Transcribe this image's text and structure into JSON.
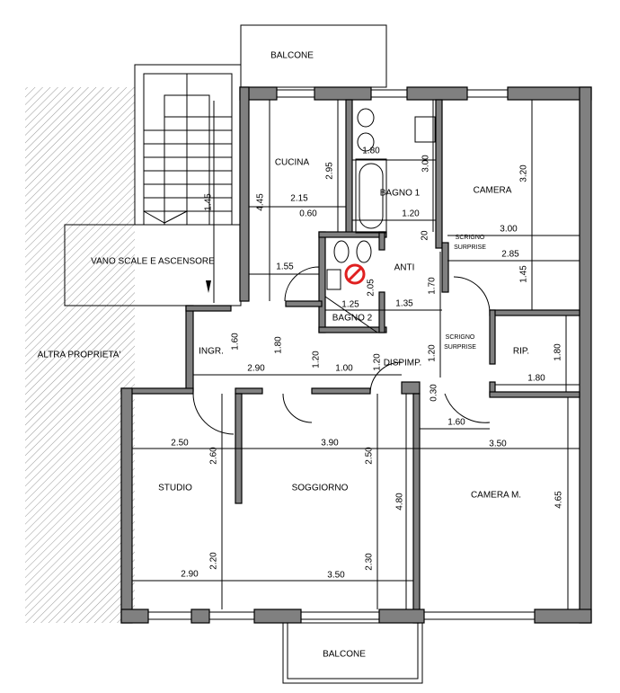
{
  "rooms": {
    "balcone_top": "BALCONE",
    "cucina": "CUCINA",
    "vano_scale": "VANO SCALE E ASCENSORE",
    "bagno1": "BAGNO  1",
    "camera": "CAMERA",
    "anti": "ANTI",
    "bagno2": "BAGNO  2",
    "ingr": "INGR.",
    "disimp": "DISPIMP.",
    "rip": "RIP.",
    "altra": "ALTRA PROPRIETA'",
    "studio": "STUDIO",
    "soggiorno": "SOGGIORNO",
    "camera_m": "CAMERA M.",
    "balcone_bottom": "BALCONE"
  },
  "doors": {
    "scrigno1_a": "SCRIGNO",
    "scrigno1_b": "SURPRISE",
    "scrigno2_a": "SCRIGNO",
    "scrigno2_b": "SURPRISE"
  },
  "dims": {
    "cucina_h": "2.95",
    "cucina_total": "4.45",
    "cucina_w": "2.15",
    "cucina_060": "0.60",
    "stair_h": "1.45",
    "cucina_155": "1.55",
    "bagno1_w": "1.80",
    "bagno1_h": "3.00",
    "bagno1_120": "1.20",
    "camera_h": "3.20",
    "camera_w": "3.00",
    "camera_285": "2.85",
    "camera_145": "1.45",
    "anti_20": "20",
    "anti_205": "2.05",
    "anti_170": "1.70",
    "bagno2_w": "1.25",
    "anti_w": "1.35",
    "ingr_h": "1.60",
    "ingr_180": "1.80",
    "ingr_w": "2.90",
    "dis_120a": "1.20",
    "dis_100": "1.00",
    "dis_120b": "1.20",
    "dis_120c": "1.20",
    "rip_h": "1.80",
    "rip_w": "1.80",
    "d_030": "0.30",
    "d_160": "1.60",
    "studio_w": "2.50",
    "sogg_w": "3.90",
    "cam_m_w": "3.50",
    "studio_260": "2.60",
    "sogg_250": "2.50",
    "sogg_h": "4.80",
    "cam_m_h": "4.65",
    "studio_220": "2.20",
    "sogg_230": "2.30",
    "studio_290": "2.90",
    "sogg_350": "3.50"
  },
  "colors": {
    "wall": "#808080",
    "symbol": "#e02020"
  }
}
